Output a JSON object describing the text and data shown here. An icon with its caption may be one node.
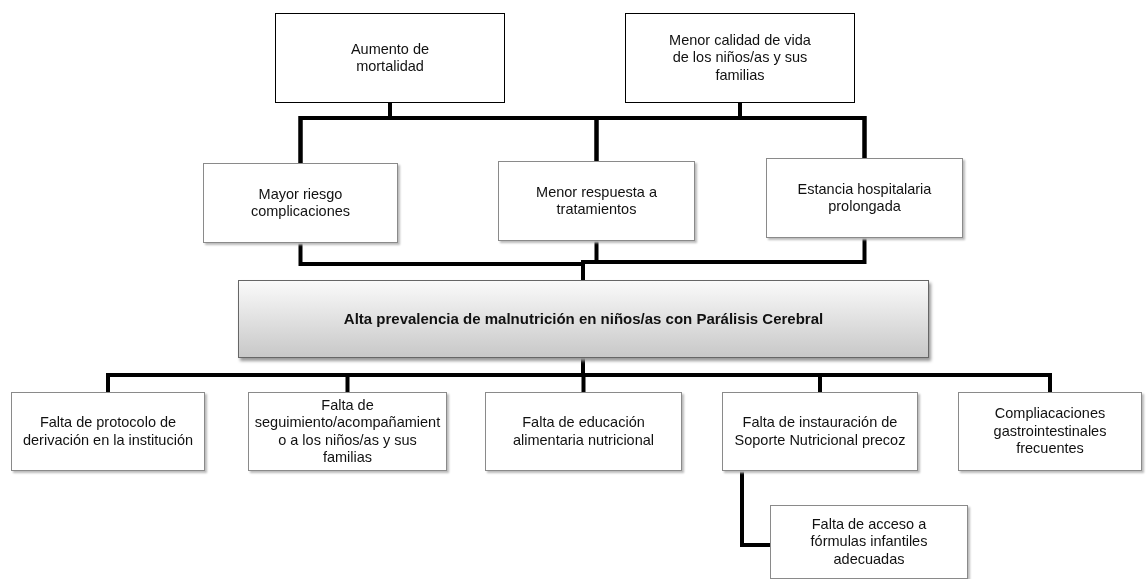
{
  "diagram": {
    "nodes": [
      {
        "text": [
          "Aumento de mortalidad"
        ]
      },
      {
        "text": [
          "Menor calidad de vida de los niños/as y sus familias"
        ]
      },
      {
        "text": [
          "Mayor riesgo complicaciones"
        ]
      },
      {
        "text": [
          "Menor respuesta a tratamientos"
        ]
      },
      {
        "text": [
          "Estancia hospitalaria prolongada"
        ]
      },
      {
        "text": [
          "Alta prevalencia de malnutrición en niños/as con Parálisis Cerebral"
        ]
      },
      {
        "text": [
          "Falta de protocolo de derivación en la institución"
        ]
      },
      {
        "text": [
          "Falta de seguimiento/acompañamiento a los niños/as y sus familias"
        ]
      },
      {
        "text": [
          "Falta de educación alimentaria nutricional"
        ]
      },
      {
        "text": [
          "Falta de instauración de Soporte Nutricional precoz"
        ]
      },
      {
        "text": [
          "Compliacaciones gastrointestinales frecuentes"
        ]
      },
      {
        "text": [
          "Falta de acceso a fórmulas infantiles adecuadas"
        ]
      }
    ],
    "edges": [
      {
        "from": 0,
        "to": 2,
        "arrow": "none"
      },
      {
        "from": 0,
        "to": 3,
        "arrow": "none"
      },
      {
        "from": 0,
        "to": 4,
        "arrow": "none"
      },
      {
        "from": 1,
        "to": 2,
        "arrow": "none"
      },
      {
        "from": 1,
        "to": 3,
        "arrow": "none"
      },
      {
        "from": 1,
        "to": 4,
        "arrow": "none"
      },
      {
        "from": 2,
        "to": 5,
        "arrow": "none"
      },
      {
        "from": 3,
        "to": 5,
        "arrow": "none"
      },
      {
        "from": 4,
        "to": 5,
        "arrow": "none"
      },
      {
        "from": 5,
        "to": 6,
        "arrow": "none"
      },
      {
        "from": 5,
        "to": 7,
        "arrow": "none"
      },
      {
        "from": 5,
        "to": 8,
        "arrow": "none"
      },
      {
        "from": 5,
        "to": 9,
        "arrow": "none"
      },
      {
        "from": 5,
        "to": 10,
        "arrow": "none"
      },
      {
        "from": 9,
        "to": 11,
        "arrow": "none"
      }
    ]
  }
}
